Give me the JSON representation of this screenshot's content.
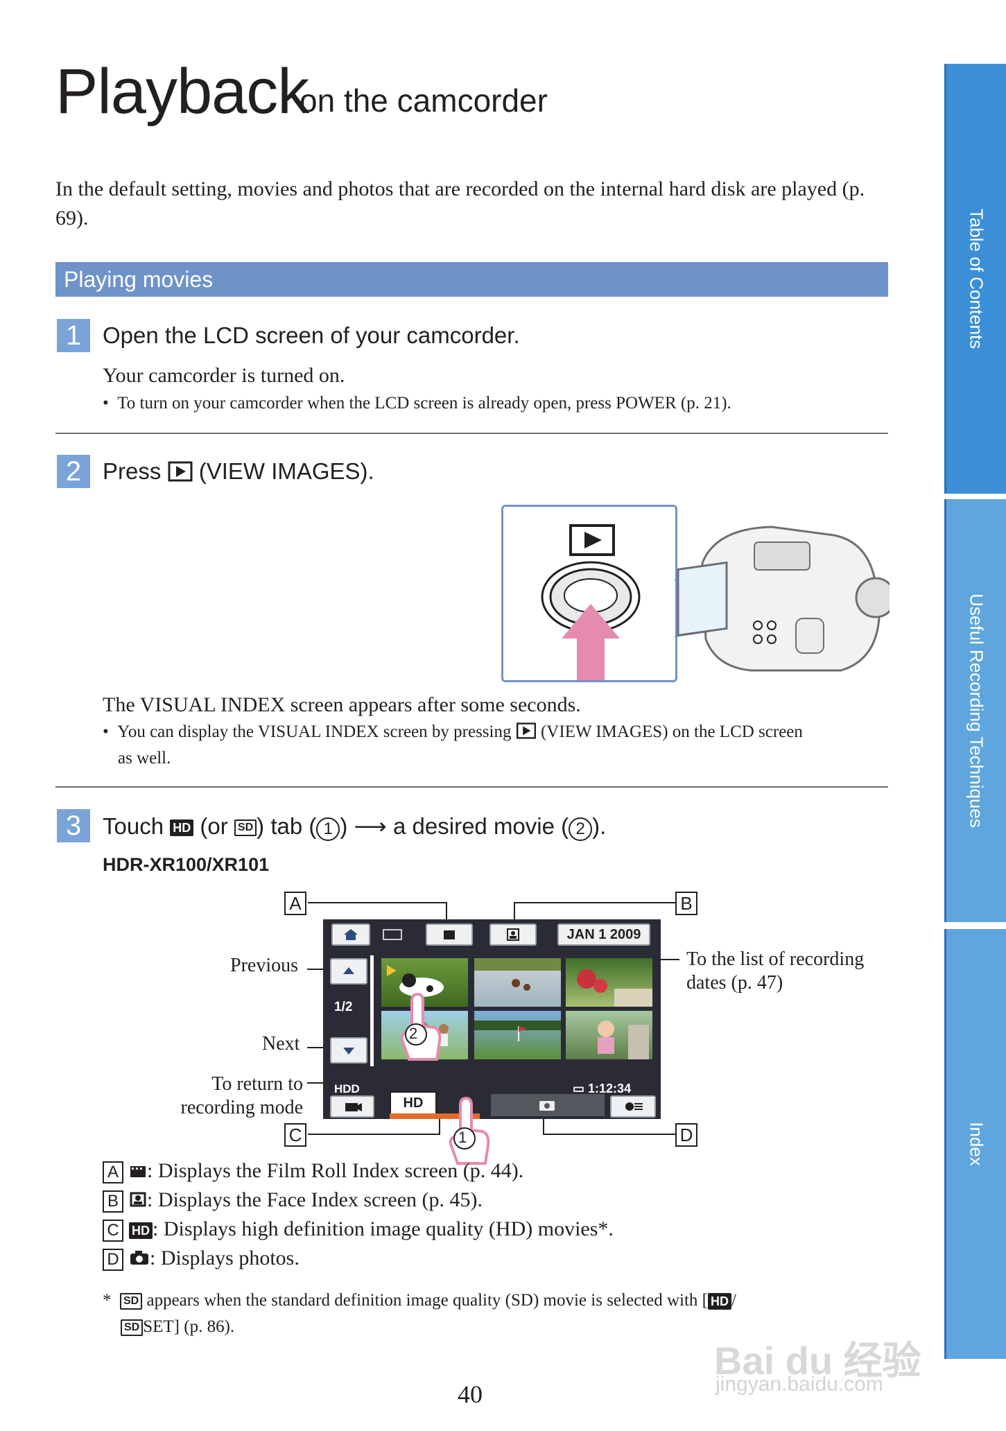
{
  "title": {
    "main": "Playback",
    "sub": "on the camcorder"
  },
  "intro": "In the default setting, movies and photos that are recorded on the internal hard disk are played (p. 69).",
  "section": "Playing movies",
  "steps": [
    {
      "number": "1",
      "title": "Open the LCD screen of your camcorder.",
      "text": "Your camcorder is turned on.",
      "bullet": "To turn on your camcorder when the LCD screen is already open, press POWER (p. 21)."
    },
    {
      "number": "2",
      "title_pre": "Press",
      "title_post": "(VIEW IMAGES).",
      "text": "The VISUAL INDEX screen appears after some seconds.",
      "bullet_pre": "You can display the VISUAL INDEX screen by pressing",
      "bullet_post": "(VIEW IMAGES) on the LCD screen",
      "bullet_cont": "as well."
    },
    {
      "number": "3",
      "title_a": "Touch",
      "title_b": "(or",
      "title_c": ") tab (",
      "title_d": ")",
      "title_e": "a desired movie (",
      "title_f": ").",
      "circle1": "1",
      "circle2": "2",
      "model": "HDR-XR100/XR101"
    }
  ],
  "lcd": {
    "date": "JAN 1 2009",
    "page": "1/2",
    "media": "HDD",
    "time": "1:12:34",
    "hd_tab": "HD"
  },
  "callouts": {
    "previous": "Previous",
    "next": "Next",
    "return1": "To return to",
    "return2": "recording mode",
    "dates1": "To the list of recording",
    "dates2": "dates (p. 47)"
  },
  "labels": {
    "a": "A",
    "b": "B",
    "c": "C",
    "d": "D"
  },
  "legend": [
    {
      "key": "A",
      "text": ": Displays the Film Roll Index screen (p. 44)."
    },
    {
      "key": "B",
      "text": ": Displays the Face Index screen (p. 45)."
    },
    {
      "key": "C",
      "text": ": Displays high definition image quality (HD) movies*."
    },
    {
      "key": "D",
      "text": ": Displays photos."
    }
  ],
  "footnote": {
    "star": "*",
    "line1": "appears when the standard definition image quality (SD) movie is selected with [",
    "line2": "SET] (p. 86)."
  },
  "badges": {
    "hd": "HD",
    "sd": "SD"
  },
  "sidetabs": [
    "Table of Contents",
    "Useful Recording Techniques",
    "Index"
  ],
  "page_number": "40",
  "watermark": {
    "brand": "Bai du 经验",
    "url": "jingyan.baidu.com"
  },
  "colors": {
    "section_bar": "#6f93c9",
    "step_box": "#7aa4d8",
    "tab": "#3b8fd6",
    "arrow": "#e58bb0"
  }
}
